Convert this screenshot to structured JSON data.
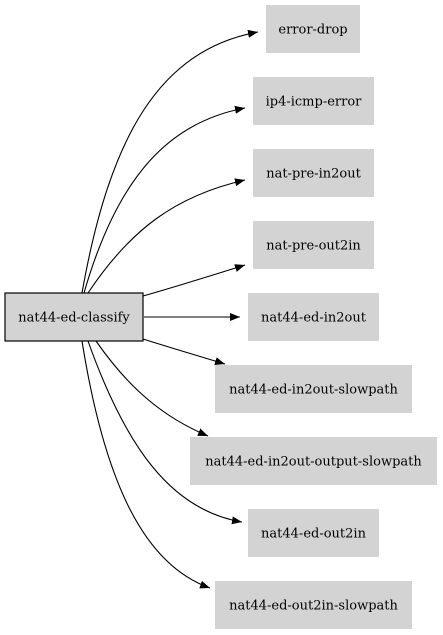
{
  "source": {
    "label": "nat44-ed-classify",
    "fill": "#d3d3d3",
    "stroke": "#000000"
  },
  "targets": [
    {
      "label": "error-drop"
    },
    {
      "label": "ip4-icmp-error"
    },
    {
      "label": "nat-pre-in2out"
    },
    {
      "label": "nat-pre-out2in"
    },
    {
      "label": "nat44-ed-in2out"
    },
    {
      "label": "nat44-ed-in2out-slowpath"
    },
    {
      "label": "nat44-ed-in2out-output-slowpath"
    },
    {
      "label": "nat44-ed-out2in"
    },
    {
      "label": "nat44-ed-out2in-slowpath"
    }
  ],
  "colors": {
    "target_fill": "#d3d3d3",
    "edge": "#000000"
  }
}
